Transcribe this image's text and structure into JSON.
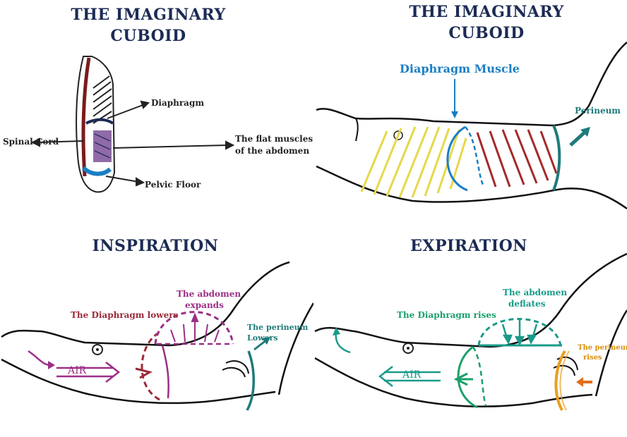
{
  "panels": {
    "p1": {
      "title_line1": "THE IMAGINARY",
      "title_line2": "CUBOID",
      "labels": {
        "diaphragm": "Diaphragm",
        "spinal_cord": "Spinal Cord",
        "flat_muscles_1": "The flat muscles",
        "flat_muscles_2": "of the abdomen",
        "pelvic_floor": "Pelvic Floor"
      }
    },
    "p2": {
      "title_line1": "THE IMAGINARY",
      "title_line2": "CUBOID",
      "labels": {
        "diaphragm_muscle": "Diaphragm Muscle",
        "perineum": "Perineum"
      }
    },
    "p3": {
      "title": "INSPIRATION",
      "labels": {
        "diaphragm_lowers": "The Diaphragm lowers",
        "abdomen_expands_1": "The abdomen",
        "abdomen_expands_2": "expands",
        "perineum_lowers_1": "The perineum",
        "perineum_lowers_2": "Lowers",
        "air": "AIR"
      }
    },
    "p4": {
      "title": "EXPIRATION",
      "labels": {
        "diaphragm_rises": "The Diaphragm rises",
        "abdomen_deflates_1": "The abdomen",
        "abdomen_deflates_2": "deflates",
        "perineum_rises_1": "The perineum",
        "perineum_rises_2": "rises",
        "air": "AIR"
      }
    }
  },
  "colors": {
    "title": "#1c2b55",
    "diaphragm_blue": "#1a7fc4",
    "abdomen_yellow": "#e6d84a",
    "muscle_red": "#a52a2a",
    "perineum_teal": "#1f7a7a",
    "inspiration_purple": "#9b2f86",
    "inspiration_red": "#9b2a3a",
    "expiration_green": "#1aa06a",
    "expiration_teal": "#1a9a8a",
    "perineum_orange": "#e8a020"
  }
}
